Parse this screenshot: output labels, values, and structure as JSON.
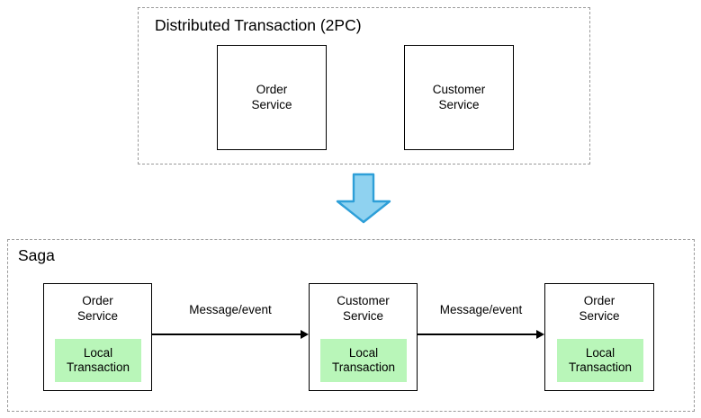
{
  "diagram": {
    "title_semantic": "distributed-transaction-vs-saga",
    "background_color": "#ffffff",
    "groups": [
      {
        "id": "distributed-transaction",
        "label": "Distributed Transaction (2PC)",
        "border_style": "dashed",
        "border_color": "#9a9a9a",
        "services": [
          {
            "id": "order-service-2pc",
            "label": "Order\nService"
          },
          {
            "id": "customer-service-2pc",
            "label": "Customer\nService"
          }
        ]
      },
      {
        "id": "saga",
        "label": "Saga",
        "border_style": "dashed",
        "border_color": "#9a9a9a",
        "services": [
          {
            "id": "order-service-saga-1",
            "label": "Order\nService",
            "local_transaction": "Local\nTransaction"
          },
          {
            "id": "customer-service-saga",
            "label": "Customer\nService",
            "local_transaction": "Local\nTransaction"
          },
          {
            "id": "order-service-saga-2",
            "label": "Order\nService",
            "local_transaction": "Local\nTransaction"
          }
        ],
        "connectors": [
          {
            "id": "connector-1",
            "label": "Message/event",
            "from": "order-service-saga-1",
            "to": "customer-service-saga"
          },
          {
            "id": "connector-2",
            "label": "Message/event",
            "from": "customer-service-saga",
            "to": "order-service-saga-2"
          }
        ]
      }
    ],
    "transition_arrow": {
      "id": "down-arrow",
      "direction": "down",
      "fill_color": "#8fd2f0",
      "stroke_color": "#2e9fd8"
    },
    "colors": {
      "local_transaction_fill": "#b9f6b9",
      "box_stroke": "#000000",
      "group_stroke": "#9a9a9a",
      "arrow_fill": "#8fd2f0",
      "arrow_stroke": "#2e9fd8"
    }
  }
}
